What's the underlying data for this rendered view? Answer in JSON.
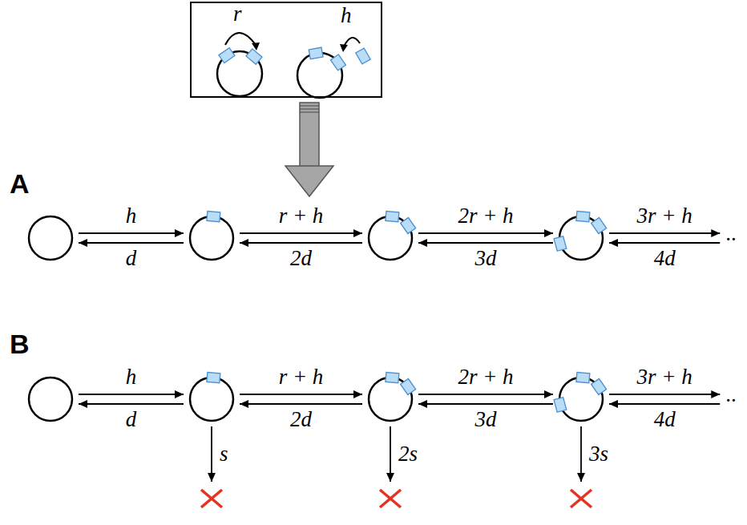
{
  "diagram": {
    "nodes": [
      {
        "text": [
          "r",
          "h"
        ]
      },
      {
        "text": []
      },
      {
        "text": []
      },
      {
        "text": []
      },
      {
        "text": []
      },
      {
        "text": [
          ".."
        ]
      },
      {
        "text": []
      },
      {
        "text": []
      },
      {
        "text": []
      },
      {
        "text": []
      },
      {
        "text": [
          ".."
        ]
      },
      {
        "text": []
      },
      {
        "text": []
      },
      {
        "text": []
      }
    ],
    "edges": [
      {
        "from": 1,
        "to": 2,
        "label": "h",
        "arrow": "to"
      },
      {
        "from": 2,
        "to": 1,
        "label": "d",
        "arrow": "to"
      },
      {
        "from": 2,
        "to": 3,
        "label": "r + h",
        "arrow": "to"
      },
      {
        "from": 3,
        "to": 2,
        "label": "2d",
        "arrow": "to"
      },
      {
        "from": 3,
        "to": 4,
        "label": "2r + h",
        "arrow": "to"
      },
      {
        "from": 4,
        "to": 3,
        "label": "3d",
        "arrow": "to"
      },
      {
        "from": 4,
        "to": 5,
        "label": "3r + h",
        "arrow": "to"
      },
      {
        "from": 5,
        "to": 4,
        "label": "4d",
        "arrow": "to"
      },
      {
        "from": 6,
        "to": 7,
        "label": "h",
        "arrow": "to"
      },
      {
        "from": 7,
        "to": 6,
        "label": "d",
        "arrow": "to"
      },
      {
        "from": 7,
        "to": 8,
        "label": "r + h",
        "arrow": "to"
      },
      {
        "from": 8,
        "to": 7,
        "label": "2d",
        "arrow": "to"
      },
      {
        "from": 8,
        "to": 9,
        "label": "2r + h",
        "arrow": "to"
      },
      {
        "from": 9,
        "to": 8,
        "label": "3d",
        "arrow": "to"
      },
      {
        "from": 9,
        "to": 10,
        "label": "3r + h",
        "arrow": "to"
      },
      {
        "from": 10,
        "to": 9,
        "label": "4d",
        "arrow": "to"
      },
      {
        "from": 7,
        "to": 11,
        "label": "s",
        "arrow": "to"
      },
      {
        "from": 8,
        "to": 12,
        "label": "2s",
        "arrow": "to"
      },
      {
        "from": 9,
        "to": 13,
        "label": "3s",
        "arrow": "to"
      }
    ],
    "labels": [
      "A",
      "B"
    ]
  }
}
